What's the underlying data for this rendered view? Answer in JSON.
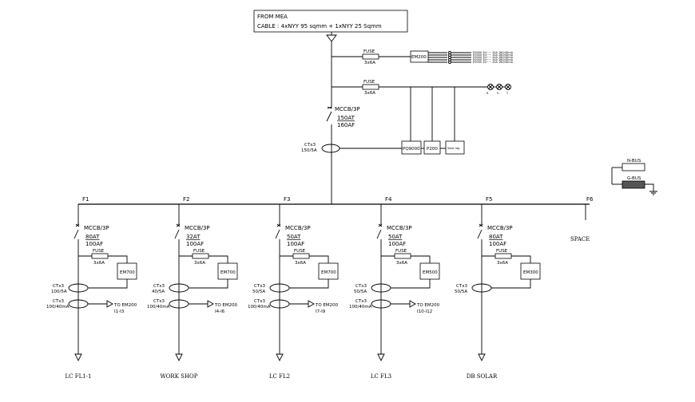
{
  "source": {
    "line1": "FROM MEA",
    "line2": "CABLE : 4xNYY 95 sqmm + 1xNYY 25 Sqmm"
  },
  "main_fuse_1": {
    "label": "FUSE",
    "rating": "3x6A"
  },
  "main_fuse_2": {
    "label": "FUSE",
    "rating": "3x6A"
  },
  "main_meter": "EM200",
  "main_meter_readouts": [
    "E9000 3U~~ 10A 160/40mA",
    "E9000 3U~~ 10A 160/40mA",
    "E9000 3U~~ 10A 160/40mA",
    "E9000 3U~~ 10A 160/40mA",
    "E9000 3U~~ 10A 160/40mA"
  ],
  "phase_lamps": [
    "R",
    "S",
    "T"
  ],
  "main_breaker": {
    "type": "MCCB/3P",
    "trip": "150AT",
    "frame": "160AF"
  },
  "main_ct": {
    "label": "CTx3",
    "ratio": "150/5A"
  },
  "instruments": [
    "PQ9000",
    "P200",
    "Solar log"
  ],
  "bus_bars": {
    "n_bus": "N-BUS",
    "g_bus": "G-BUS"
  },
  "feeders": [
    {
      "id": "F1",
      "breaker": "MCCB/3P",
      "trip": "80AT",
      "frame": "100AF",
      "fuse": "FUSE",
      "fuse_rating": "3x6A",
      "meter": "EM700",
      "ct_label": "CTx3",
      "ct_ratio": "100/5A",
      "zct_label": "CTx3",
      "zct_ratio": "100/40mA",
      "zct_to": "TO EM200",
      "zct_range": "I1-I3",
      "load": "LC FL1-1"
    },
    {
      "id": "F2",
      "breaker": "MCCB/3P",
      "trip": "32AT",
      "frame": "100AF",
      "fuse": "FUSE",
      "fuse_rating": "3x6A",
      "meter": "EM700",
      "ct_label": "CTx3",
      "ct_ratio": "40/5A",
      "zct_label": "CTx3",
      "zct_ratio": "100/40mA",
      "zct_to": "TO EM200",
      "zct_range": "I4-I6",
      "load": "WORK SHOP"
    },
    {
      "id": "F3",
      "breaker": "MCCB/3P",
      "trip": "50AT",
      "frame": "100AF",
      "fuse": "FUSE",
      "fuse_rating": "3x6A",
      "meter": "EM700",
      "ct_label": "CTx3",
      "ct_ratio": "50/5A",
      "zct_label": "CTx3",
      "zct_ratio": "100/40mA",
      "zct_to": "TO EM200",
      "zct_range": "I7-I9",
      "load": "LC FL2"
    },
    {
      "id": "F4",
      "breaker": "MCCB/3P",
      "trip": "50AT",
      "frame": "100AF",
      "fuse": "FUSE",
      "fuse_rating": "3x6A",
      "meter": "EM500",
      "ct_label": "CTx3",
      "ct_ratio": "50/5A",
      "zct_label": "CTx3",
      "zct_ratio": "100/40mA",
      "zct_to": "TO EM200",
      "zct_range": "I10-I12",
      "load": "LC FL3"
    },
    {
      "id": "F5",
      "breaker": "MCCB/3P",
      "trip": "80AT",
      "frame": "100AF",
      "fuse": "FUSE",
      "fuse_rating": "3x6A",
      "meter": "EM300",
      "ct_label": "CTx3",
      "ct_ratio": "50/5A",
      "load": "DB SOLAR"
    }
  ],
  "spare_feeder": {
    "id": "F6",
    "label": "SPACE"
  }
}
